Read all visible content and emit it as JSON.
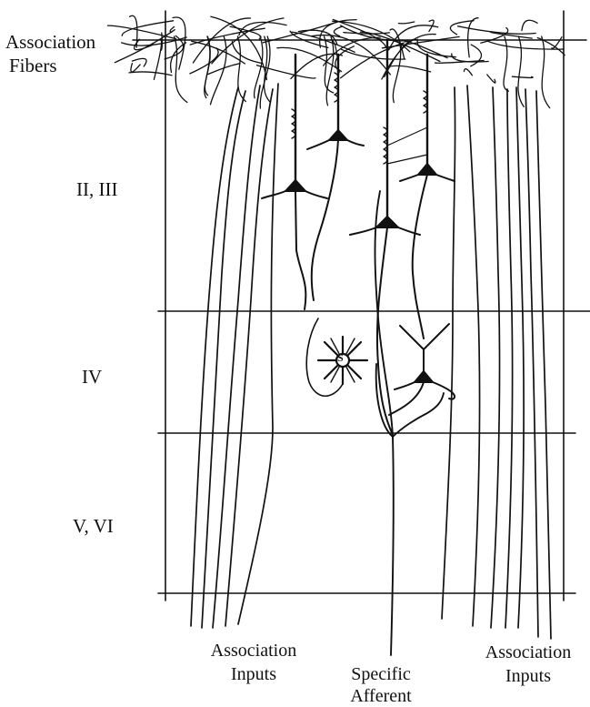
{
  "labels": {
    "association_fibers_line1": "Association",
    "association_fibers_line2": "Fibers",
    "layer_2_3": "II, III",
    "layer_4": "IV",
    "layer_5_6": "V, VI",
    "association_inputs_left_line1": "Association",
    "association_inputs_left_line2": "Inputs",
    "specific_afferent_line1": "Specific",
    "specific_afferent_line2": "Afferent",
    "association_inputs_right_line1": "Association",
    "association_inputs_right_line2": "Inputs",
    "stellate_marker": "S"
  },
  "colors": {
    "ink": "#111111",
    "background": "#ffffff"
  }
}
